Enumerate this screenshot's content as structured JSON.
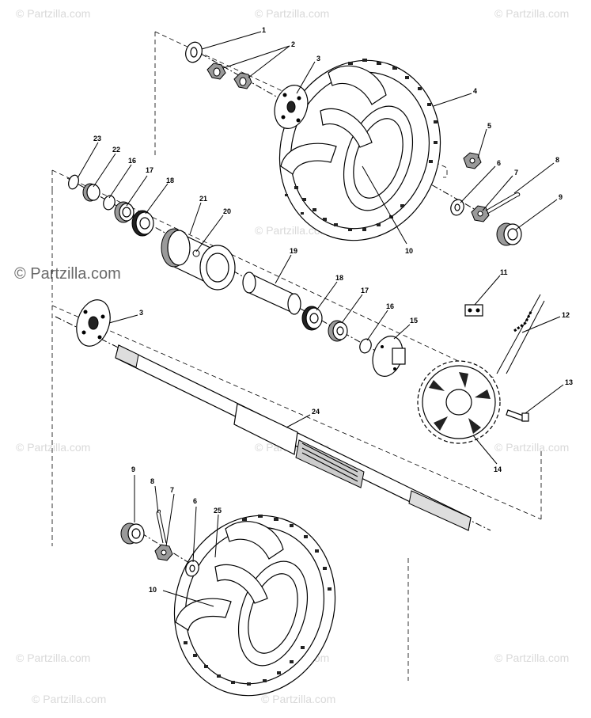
{
  "watermark": {
    "text": "© Partzilla.com",
    "main_text": "© Partzilla.com"
  },
  "callouts": {
    "c1": "1",
    "c2": "2",
    "c3a": "3",
    "c4": "4",
    "c5": "5",
    "c6a": "6",
    "c7a": "7",
    "c8a": "8",
    "c9a": "9",
    "c10a": "10",
    "c11": "11",
    "c12": "12",
    "c13": "13",
    "c14": "14",
    "c15": "15",
    "c16a": "16",
    "c16b": "16",
    "c17a": "17",
    "c17b": "17",
    "c18a": "18",
    "c18b": "18",
    "c19": "19",
    "c20": "20",
    "c21": "21",
    "c22": "22",
    "c23": "23",
    "c24": "24",
    "c3b": "3",
    "c9b": "9",
    "c8b": "8",
    "c7b": "7",
    "c6b": "6",
    "c25": "25",
    "c10b": "10"
  }
}
